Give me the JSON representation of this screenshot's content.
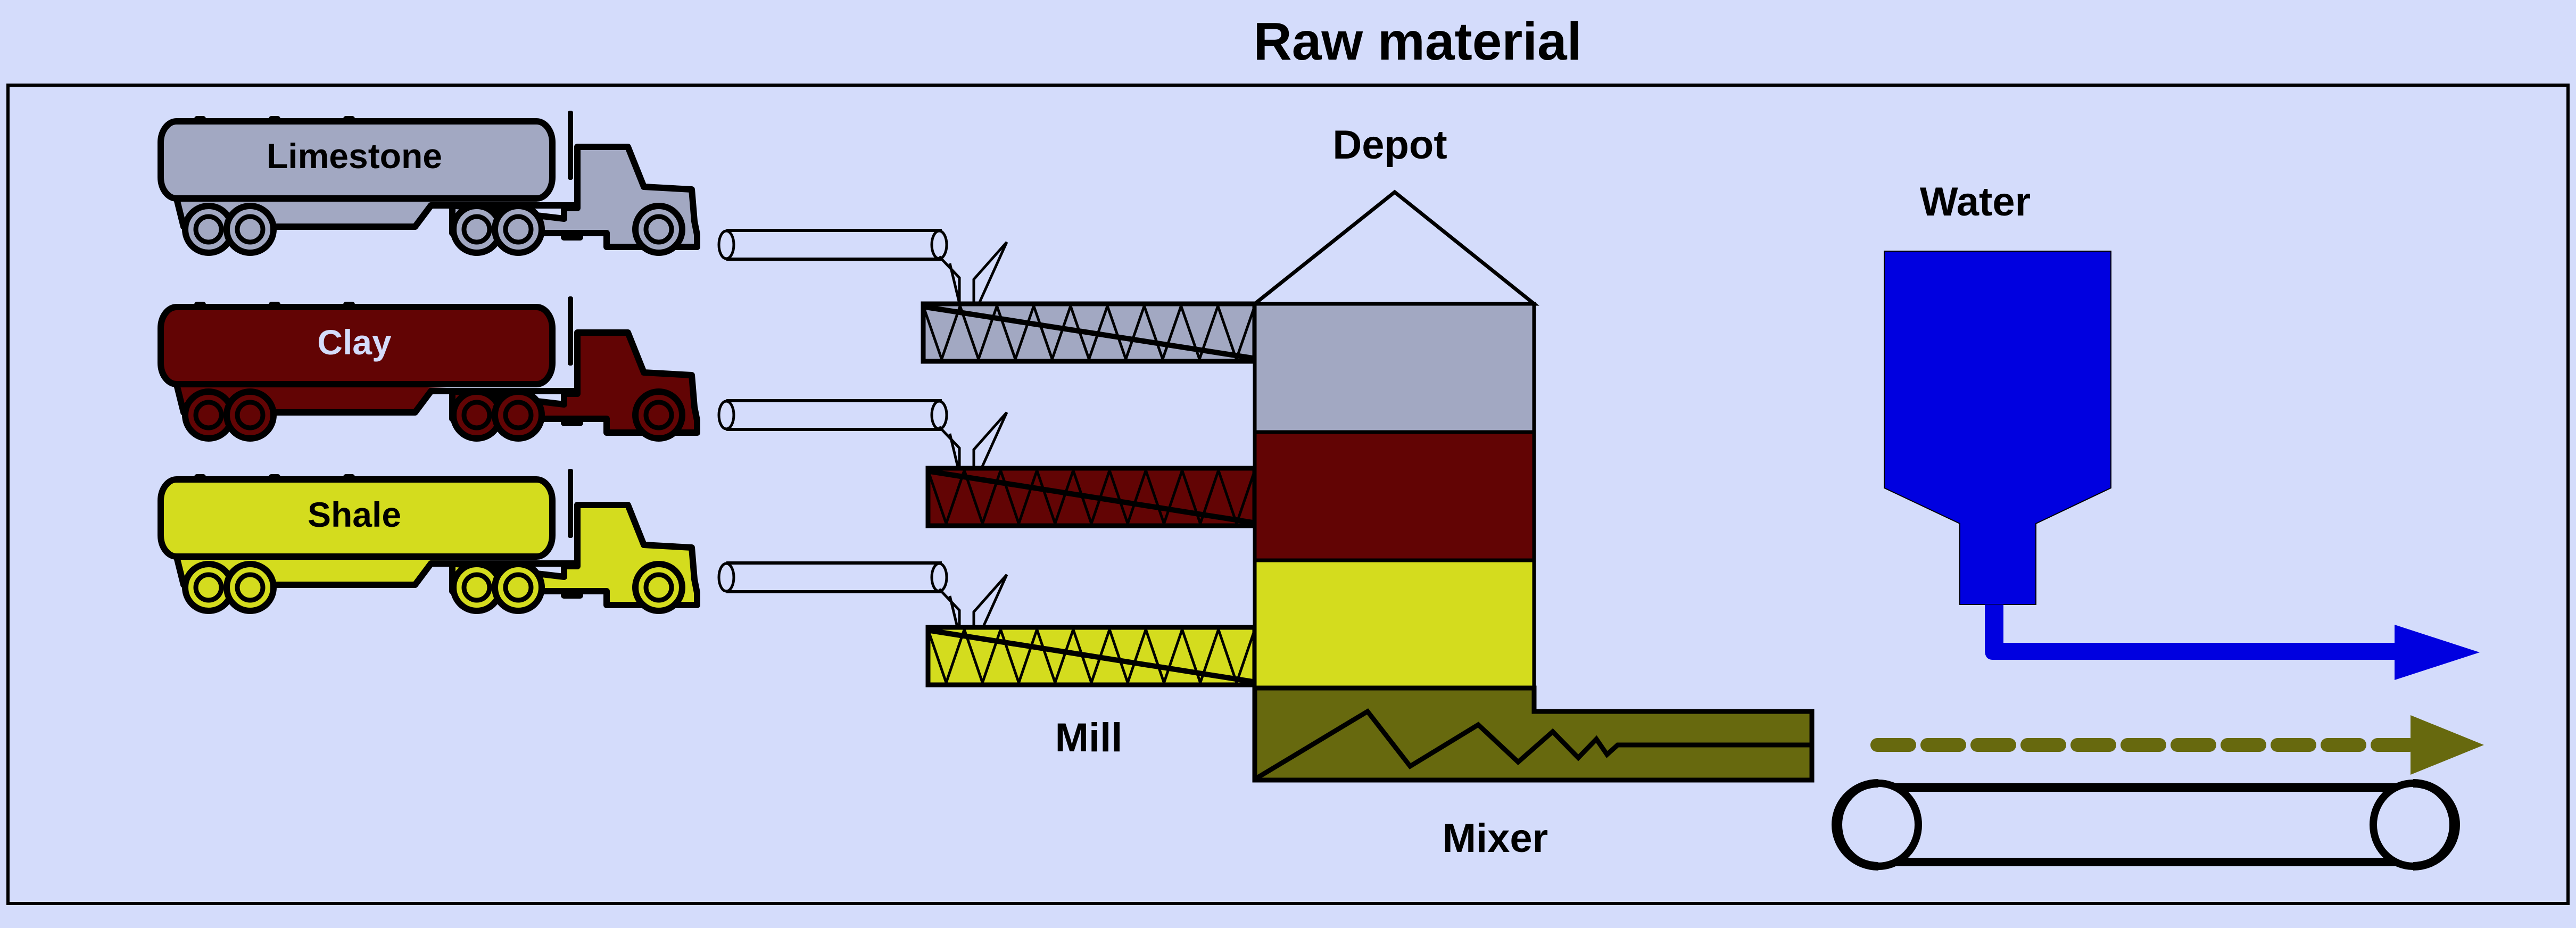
{
  "title": "Raw material",
  "colors": {
    "background": "#d4dcfb",
    "limestone": "#a2a8c2",
    "clay": "#620404",
    "shale": "#d4dc1e",
    "mixer": "#67690e",
    "water": "#0000e0",
    "outline": "#000000",
    "clay_label": "#d4dcfb"
  },
  "trucks": [
    {
      "label": "Limestone",
      "material": "limestone"
    },
    {
      "label": "Clay",
      "material": "clay"
    },
    {
      "label": "Shale",
      "material": "shale"
    }
  ],
  "labels": {
    "depot": "Depot",
    "water": "Water",
    "mill": "Mill",
    "mixer": "Mixer"
  },
  "depot_layers": [
    "limestone",
    "clay",
    "shale"
  ]
}
